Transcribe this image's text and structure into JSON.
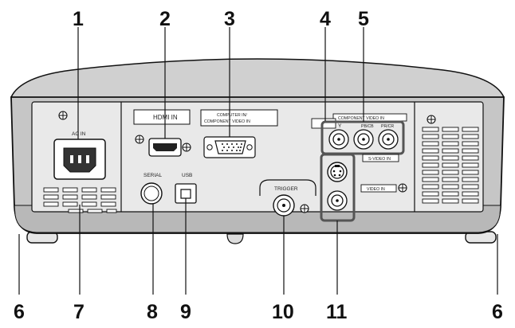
{
  "callouts": {
    "n1": "1",
    "n2": "2",
    "n3": "3",
    "n4": "4",
    "n5": "5",
    "n6_left": "6",
    "n7": "7",
    "n8": "8",
    "n9": "9",
    "n10": "10",
    "n11": "11",
    "n6_right": "6"
  },
  "panel_labels": {
    "ac_in": "AC IN",
    "hdmi_in": "HDMI IN",
    "computer_in_line1": "COMPUTER IN/",
    "computer_in_line2": "COMPONENT VIDEO IN",
    "component_video_in": "COMPONENT VIDEO IN",
    "y": "Y",
    "pb_cb": "PB/CB",
    "pr_cr": "PR/CR",
    "s_video_in": "S-VIDEO IN",
    "serial": "SERIAL",
    "usb": "USB",
    "trigger": "TRIGGER",
    "video_in": "VIDEO IN"
  }
}
